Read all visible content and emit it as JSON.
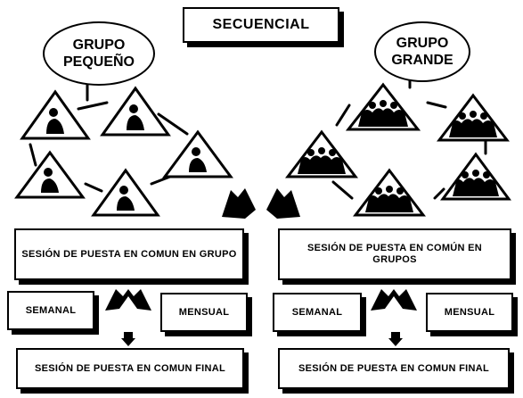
{
  "title": "SECUENCIAL",
  "groups": {
    "small": {
      "line1": "GRUPO",
      "line2": "PEQUEÑO"
    },
    "large": {
      "line1": "GRUPO",
      "line2": "GRANDE"
    }
  },
  "left_column": {
    "sesion_grupo": "SESIÓN DE PUESTA EN COMUN EN GRUPO",
    "semanal": "SEMANAL",
    "mensual": "MENSUAL",
    "sesion_final": "SESIÓN DE PUESTA EN COMUN FINAL"
  },
  "right_column": {
    "sesion_grupos": "SESIÓN DE PUESTA EN COMÚN EN GRUPOS",
    "semanal": "SEMANAL",
    "mensual": "MENSUAL",
    "sesion_final": "SESIÓN DE PUESTA EN COMUN FINAL"
  }
}
